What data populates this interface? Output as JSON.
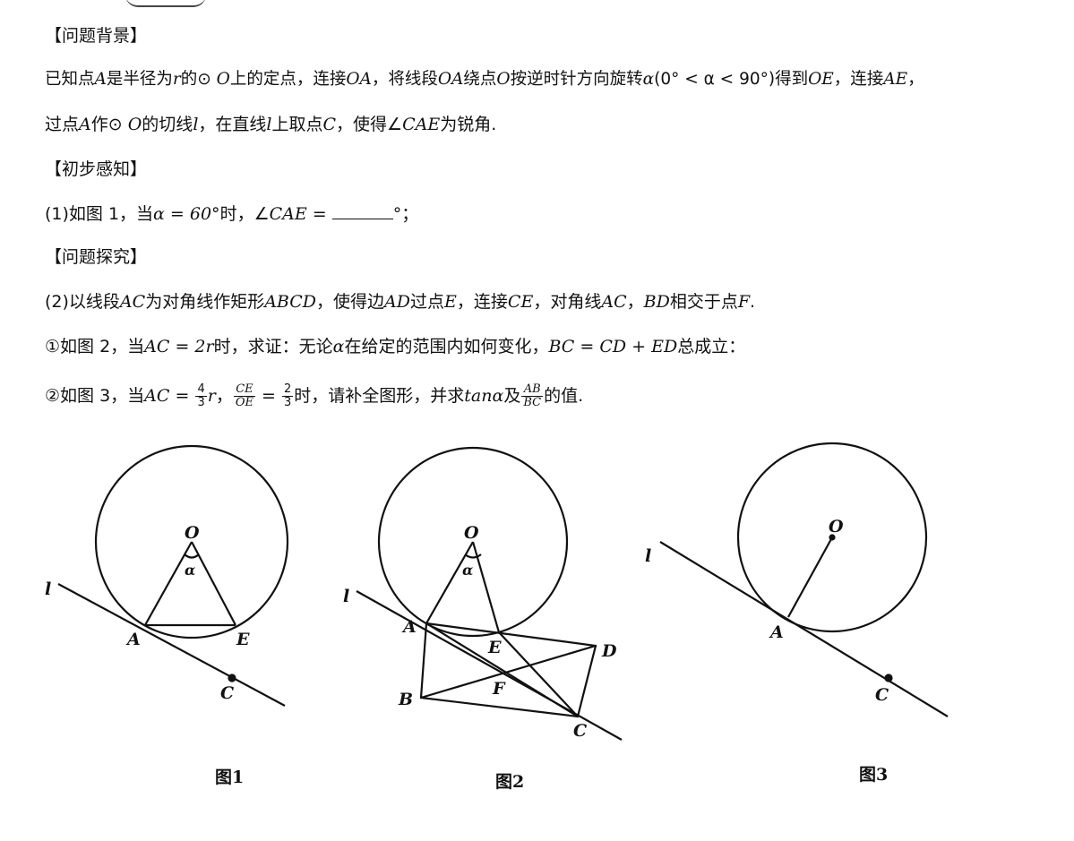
{
  "section_background": "【问题背景】",
  "background_line1": {
    "a": "已知点",
    "A": "A",
    "b": "是半径为",
    "r": "r",
    "c": "的⊙ ",
    "O": "O",
    "d": "上的定点，连接",
    "OA": "OA",
    "e": "，将线段",
    "OA2": "OA",
    "f": "绕点",
    "O2": "O",
    "g": "按逆时针方向旋转",
    "alpha": "α",
    "range": "(0° < α < 90°)",
    "h": "得到",
    "OE": "OE",
    "i": "，连接",
    "AE": "AE",
    "j": "，"
  },
  "background_line2": {
    "a": "过点",
    "A": "A",
    "b": "作⊙ ",
    "O": "O",
    "c": "的切线",
    "l": "l",
    "d": "，在直线",
    "l2": "l",
    "e": "上取点",
    "C": "C",
    "f": "，使得∠",
    "CAE": "CAE",
    "g": "为锐角."
  },
  "section_perception": "【初步感知】",
  "q1": {
    "a": "(1)如图 1，当",
    "expr": "α = 60°",
    "b": "时，∠",
    "CAE": "CAE",
    "c": " = ",
    "d": "°；"
  },
  "section_explore": "【问题探究】",
  "q2": {
    "a": "(2)以线段",
    "AC": "AC",
    "b": "为对角线作矩形",
    "ABCD": "ABCD",
    "c": "，使得边",
    "AD": "AD",
    "d": "过点",
    "E": "E",
    "e": "，连接",
    "CE": "CE",
    "f": "，对角线",
    "AC2": "AC",
    "g": "，",
    "BD": "BD",
    "h": "相交于点",
    "F": "F",
    "i": "."
  },
  "q2_1": {
    "a": "①如图 2，当",
    "expr": "AC = 2r",
    "b": "时，求证：无论",
    "alpha": "α",
    "c": "在给定的范围内如何变化，",
    "expr2": "BC = CD + ED",
    "d": "总成立："
  },
  "q2_2": {
    "a": "②如图 3，当",
    "expr": "AC = ",
    "frac1_num": "4",
    "frac1_den": "3",
    "r": "r",
    "b": "，",
    "frac2_num": "CE",
    "frac2_den": "OE",
    "eq": " = ",
    "frac3_num": "2",
    "frac3_den": "3",
    "c": "时，请补全图形，并求",
    "tan": "tanα",
    "d": "及",
    "frac4_num": "AB",
    "frac4_den": "BC",
    "e": "的值."
  },
  "fig1": {
    "caption": "图1",
    "labels": {
      "O": "O",
      "alpha": "α",
      "A": "A",
      "E": "E",
      "C": "C",
      "l": "l"
    }
  },
  "fig2": {
    "caption": "图2",
    "labels": {
      "O": "O",
      "alpha": "α",
      "A": "A",
      "E": "E",
      "D": "D",
      "B": "B",
      "F": "F",
      "C": "C",
      "l": "l"
    }
  },
  "fig3": {
    "caption": "图3",
    "labels": {
      "O": "O",
      "A": "A",
      "C": "C",
      "l": "l"
    }
  }
}
